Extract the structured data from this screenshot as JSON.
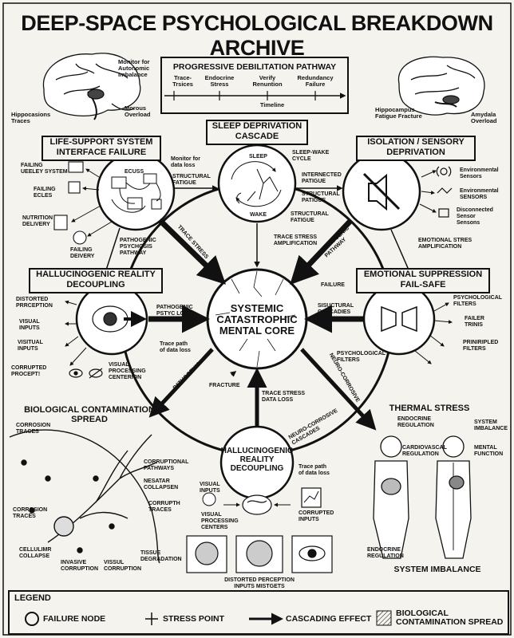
{
  "title": "DEEP-SPACE PSYCHOLOGICAL BREAKDOWN ARCHIVE",
  "top_brain_left": {
    "monitor": "Monitor for\nAutonomic\nImbalance",
    "hippo": "Hippocasions\nTraces",
    "morous": "Morous\nOverload"
  },
  "top_brain_right": {
    "hippo": "Hippocampus\nFatigue Fracture",
    "amydala": "Amydala\nOverload"
  },
  "pathway": {
    "title": "PROGRESSIVE DEBILITATION PATHWAY",
    "stages": [
      "Trace-\nTrsices",
      "Endocrine\nStress",
      "Verify\nRenuntion",
      "Redundancy\nFailure"
    ],
    "timeline": "Timeline"
  },
  "nodes": {
    "life_support": {
      "title": "LIFE-SUPPORT SYSTEM\nINTERFACE FAILURE",
      "ecuss": "ECUSS",
      "monitor": "Monitor for\ndata loss",
      "structural": "STRUCTURAL\nFATIGUE",
      "failing_ueeley": "FAILING\nUEELEY SYSTEM",
      "failing_ecles": "FAILING\nECLES",
      "nutrition": "NUTRITION\nDELIVERY",
      "failing_deivery": "FAILING\nDEIVERY",
      "pathogenic": "PATHOGENIC\nPSYCHOSIS\nPATHWAY"
    },
    "sleep": {
      "title": "SLEEP DEPRIVATION\nCASCADE",
      "sleep": "SLEEP",
      "wake": "WAKE",
      "cycle": "SLEEP-WAKE\nCYCLE",
      "intern": "INTERNECTED\nPATIGUE",
      "structural": "STRUCTURAL\nPATIGUE",
      "structural2": "STRUCTURAL\nFATIGUE",
      "trace_amp": "TRACE STRESS\nAMPLIFICATION"
    },
    "isolation": {
      "title": "ISOLATION / SENSORY\nDEPRIVATION",
      "env1": "Environmental\nSensors",
      "env2": "Environmental\nSENSORS",
      "disc": "Disconnected\nSensor\nSensons",
      "emo_amp": "EMOTIONAL STRES\nAMPLIFICATION",
      "path": "PATHOGENIC\nPATHWAY"
    },
    "halluc": {
      "title": "HALLUCINOGENIC REALITY\nDECOUPLING",
      "distorted": "DISTORTED\nPRRCEPTION",
      "visual": "VISUAL\nINPUTS",
      "visitual": "VISITUAL\nINPUTS",
      "corrupted": "CORRUPTED\nPROCEPT!",
      "vpc": "VISUAL\nPROCESSING\nCENTERION",
      "pp": "PATHOGENIC\nPSTYC LOSS",
      "trace_path": "Trace path\nof data loss"
    },
    "core": {
      "title": "SYSTEMIC\nCATASTROPHIC\nMENTAL CORE",
      "failure": "FAILURE",
      "fracture": "FRACTURE",
      "trace_data": "TRACE STRESS\nDATA LOSS",
      "trace_stress": "TRACE STRESS"
    },
    "emotional": {
      "title": "EMOTIONAL SUPPRESSION\nFAIL-SAFE",
      "sisu": "SISUCTURAL\nCASCADIES",
      "psych": "PSYCHOLOGICAL\nFILTERS",
      "psych2": "PSYCHOLOGICAL\nFILTERS",
      "failer": "FAILER\nTRINIS",
      "prin": "PRINIRIPLED\nFILTERS"
    },
    "bio": {
      "title": "BIOLOGICAL CONTAMINATION\nSPREAD",
      "corr1": "CORROSION\nTRACES",
      "corr2": "CORROSION\nTRACES",
      "corrupt_path": "CORRUPTIONAL\nPATHWAYS",
      "nesatar": "NESATAR\nCOLLAPSEN",
      "corrupth": "CORRUPTH\nTRACES",
      "cellulimr": "CELLULIMR\nCOLLAPSE",
      "invasive": "INVASIVE\nCORRUPTION",
      "visul": "VISSUL\nCORRUPTION",
      "tissue": "TISSUE\nDEGRADATION"
    },
    "thermal": {
      "title": "THERMAL STRESS",
      "endo1": "ENDOCRINE\nREGULATION",
      "sys": "SYSTEM\nIMBALANCE",
      "cardio": "CARDIOVASCAL\nREGULATION",
      "mental": "MENTAL\nFUNCTION",
      "endo2": "ENDOCRINE\nREGULATION",
      "bottom": "SYSTEM IMBALANCE"
    },
    "halluc2": {
      "title": "HALLUCINOGENIC\nREALITY\nDECOUPLING",
      "visual": "VISUAL\nINPUTS",
      "vpc": "VISUAL\nPROCESSING\nCENTERS",
      "corrupted": "CORRUPTED\nINPUTS",
      "trace": "Trace path\nof data loss",
      "distorted": "DISTORTED PERCEPTION\nINPUTS MISTGETS",
      "neuro": "NEURO-CORROSIVE\nCASCADES",
      "neuro2": "NEURO-CORROSIVE",
      "patho": "PATHOGENIC"
    }
  },
  "legend": {
    "title": "LEGEND",
    "failure_node": "FAILURE NODE",
    "stress_point": "STRESS POINT",
    "cascading": "CASCADING EFFECT",
    "bio": "BIOLOGICAL\nCONTAMINATION SPREAD"
  }
}
